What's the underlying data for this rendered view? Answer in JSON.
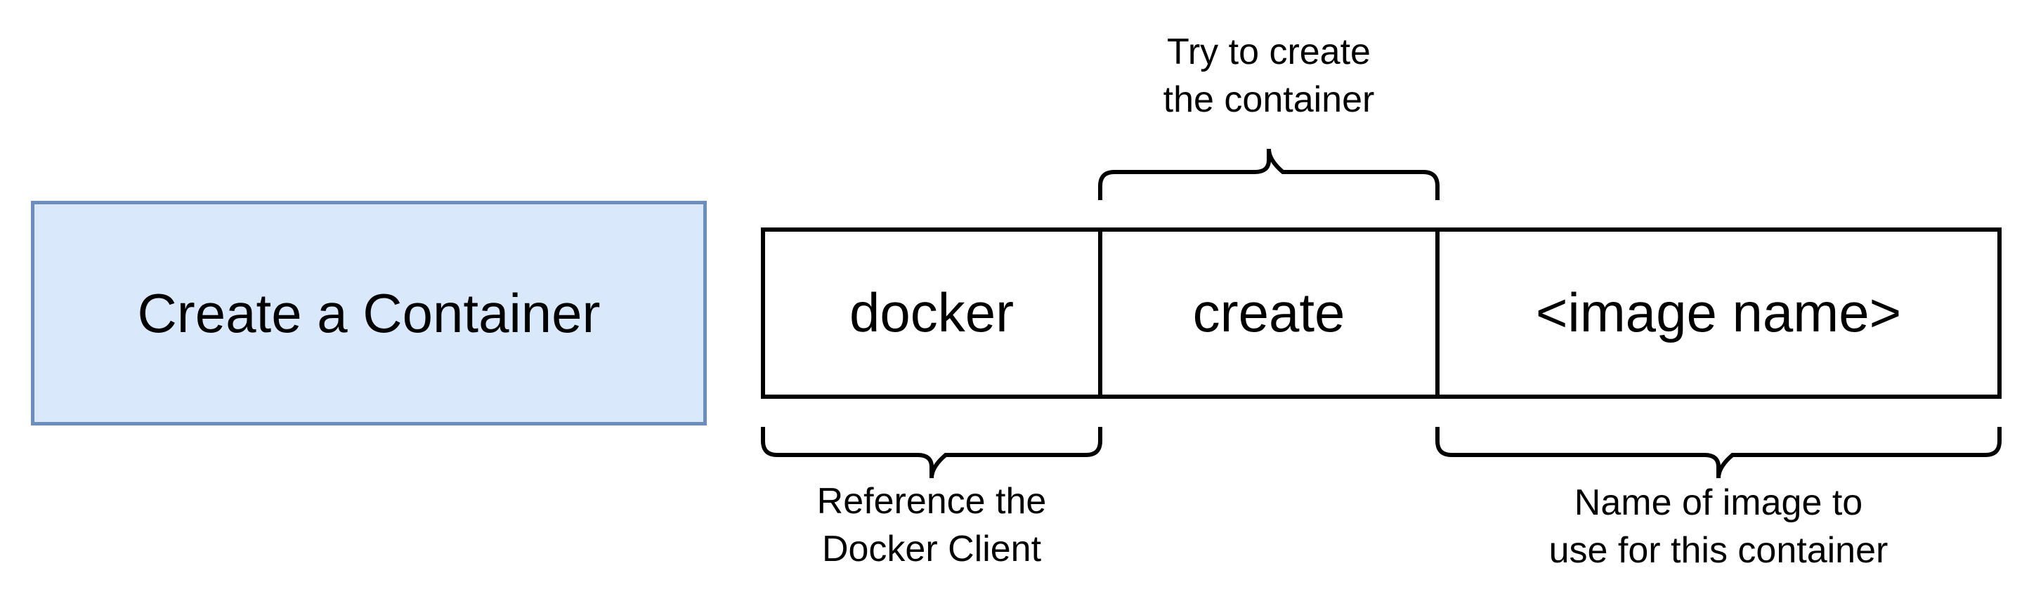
{
  "title_box": {
    "label": "Create a Container",
    "fill": "#dae8fc",
    "stroke": "#6c8ebf"
  },
  "command": {
    "segments": [
      {
        "label": "docker"
      },
      {
        "label": "create"
      },
      {
        "label": "<image name>"
      }
    ]
  },
  "annotations": {
    "create": {
      "line1": "Try to create",
      "line2": "the container"
    },
    "docker": {
      "line1": "Reference the",
      "line2": "Docker Client"
    },
    "image": {
      "line1": "Name of image to",
      "line2": "use for this container"
    }
  }
}
